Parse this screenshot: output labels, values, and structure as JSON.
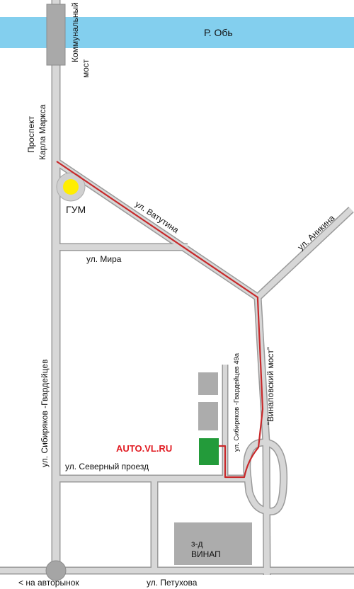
{
  "colors": {
    "river": "#83cfee",
    "road": "#d7d7d7",
    "road_edge": "#9a9a9a",
    "route": "#c8292b",
    "gum_marker": "#ffee00",
    "office": "#239b3a",
    "building": "#acacac",
    "destination_label": "#e11b22"
  },
  "river": {
    "label": "Р. Обь"
  },
  "bridges": {
    "kommunalny": [
      "Коммунальный",
      "мост"
    ],
    "vinapovsky": "“Винаповский мост”"
  },
  "streets": {
    "karla_marksa": [
      "Проспект",
      "Карла Маркса"
    ],
    "vatutina": "ул. Ватутина",
    "mira": "ул. Мира",
    "anikina": "ул. Аникина",
    "sibiryakov": "ул. Сибиряков -Гвардейцев",
    "sibiryakov_49a": "ул. Сибиряков -Гвардейцев 49а",
    "severny": "ул. Северный проезд",
    "petukhova": "ул. Петухова"
  },
  "landmarks": {
    "gum": "ГУМ",
    "winap": [
      "з-д",
      "ВИНАП"
    ]
  },
  "destination": {
    "label": "AUTO.VL.RU"
  },
  "direction": {
    "label": "< на авторынок"
  }
}
